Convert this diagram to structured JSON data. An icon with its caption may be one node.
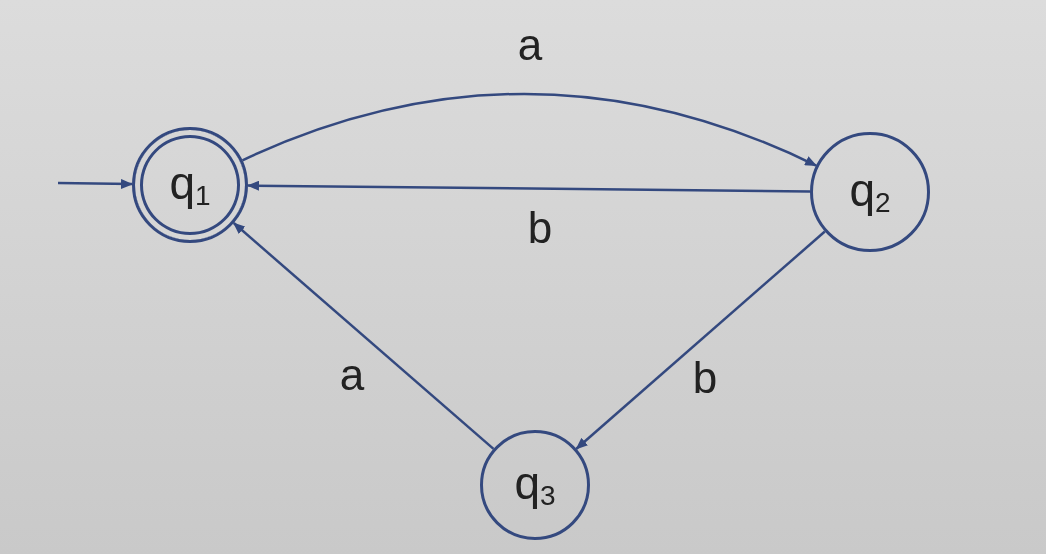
{
  "diagram": {
    "nodes": [
      {
        "text": [
          "q$_{1}$"
        ]
      },
      {
        "text": [
          "q$_{2}$"
        ]
      },
      {
        "text": [
          "q$_{3}$"
        ]
      }
    ],
    "edges": [
      {
        "from": null,
        "to": 0,
        "arrow": "to"
      },
      {
        "from": 0,
        "to": 1,
        "arrow": "to",
        "label": "a"
      },
      {
        "from": 1,
        "to": 0,
        "arrow": "to",
        "label": "b"
      },
      {
        "from": 1,
        "to": 2,
        "arrow": "to",
        "label": "b"
      },
      {
        "from": 2,
        "to": 0,
        "arrow": "to",
        "label": "a"
      }
    ]
  }
}
